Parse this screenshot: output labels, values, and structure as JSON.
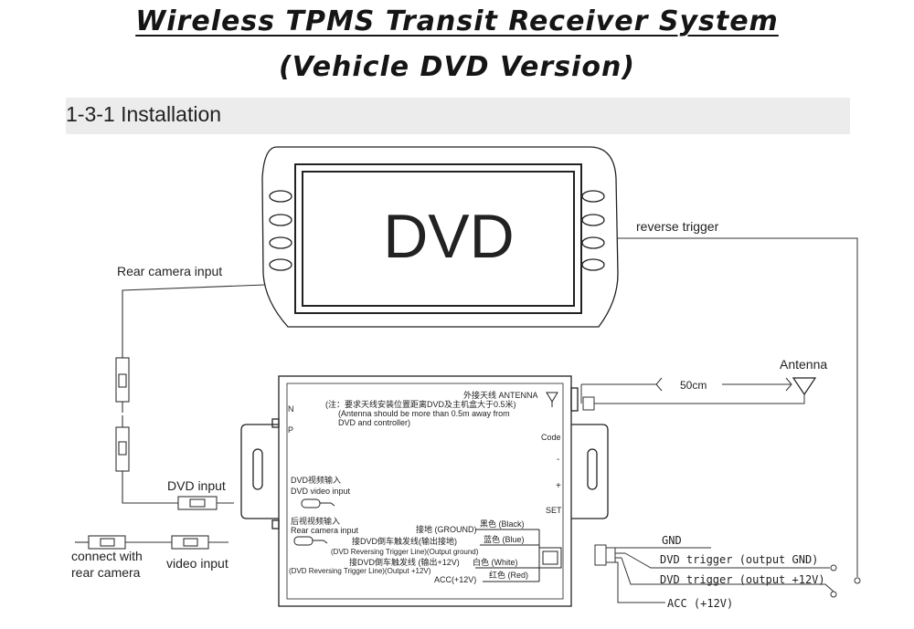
{
  "header": {
    "title": "Wireless TPMS Transit Receiver System",
    "subtitle": "(Vehicle DVD Version)",
    "section": "1-3-1  Installation"
  },
  "dvd": {
    "label": "DVD"
  },
  "labels": {
    "reverse_trigger": "reverse trigger",
    "rear_camera_input": "Rear camera input",
    "antenna": "Antenna",
    "distance": "50cm",
    "dvd_input": "DVD input",
    "connect_with": "connect with",
    "rear_camera": "rear camera",
    "video_input": "video input"
  },
  "receiver": {
    "n": "N",
    "p": "P",
    "code": "Code",
    "minus": "-",
    "plus": "+",
    "set": "SET",
    "antenna_cn": "外接天线 ANTENNA",
    "note_cn": "(注：要求天线安装位置距离DVD及主机盒大于0.5米)",
    "note_en1": "(Antenna should be more than 0.5m away from",
    "note_en2": "DVD and controller)",
    "dvd_video_cn": "DVD视频输入",
    "dvd_video_en": "DVD video input",
    "rear_video_cn": "后视视频输入",
    "rear_video_en": "Rear camera input",
    "ground_cn": "接地 (GROUND)",
    "black": "黑色 (Black)",
    "blue": "蓝色 (Blue)",
    "trigger_ground_cn": "接DVD倒车触发线(输出接地)",
    "trigger_ground_en": "(DVD Reversing Trigger Line)(Output ground)",
    "trigger_12v_cn": "接DVD倒车触发线 (输出+12V)",
    "white": "白色 (White)",
    "trigger_12v_en": "(DVD Reversing Trigger Line)(Output +12V)",
    "acc": "ACC(+12V)",
    "red": "红色 (Red)"
  },
  "wiring": {
    "gnd": "GND",
    "dvd_trigger_gnd": "DVD trigger (output GND)",
    "dvd_trigger_12v": "DVD trigger (output +12V)",
    "acc": "ACC (+12V)"
  }
}
